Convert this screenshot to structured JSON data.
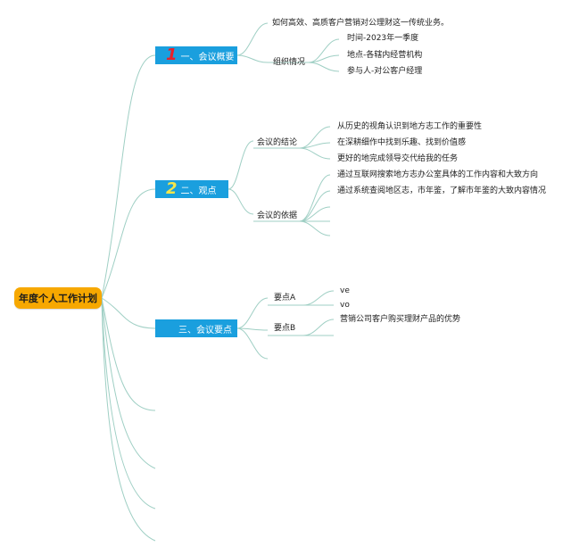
{
  "root": {
    "label": "年度个人工作计划"
  },
  "branches": [
    {
      "number": "1",
      "number_color": "#e8202a",
      "label": "一、会议概要",
      "children": {
        "desc": "如何高效、高质客户营销对公理财这一传统业务。",
        "org_label": "组织情况",
        "org_items": [
          "时间-2023年一季度",
          "地点-各辖内经营机构",
          "参与人-对公客户经理"
        ]
      }
    },
    {
      "number": "2",
      "number_color": "#f5e64a",
      "label": "二、观点",
      "children": {
        "conclusion_label": "会议的结论",
        "conclusions": [
          "从历史的视角认识到地方志工作的重要性",
          "在深耕细作中找到乐趣、找到价值感",
          "更好的地完成领导交代给我的任务"
        ],
        "basis_label": "会议的依据",
        "basis": [
          "通过互联网搜索地方志办公室具体的工作内容和大致方向",
          "通过系统查阅地区志，市年鉴，了解市年鉴的大致内容情况"
        ]
      }
    },
    {
      "number": "",
      "label": "三、会议要点",
      "children": {
        "pointA_label": "要点A",
        "pointA_items": [
          "ve",
          "vo"
        ],
        "pointB_label": "要点B",
        "pointB_items": [
          "营销公司客户购买理财产品的优势"
        ]
      }
    }
  ],
  "colors": {
    "root": "#f7a800",
    "branch": "#1a9fde",
    "line": "#9fcfc4"
  }
}
